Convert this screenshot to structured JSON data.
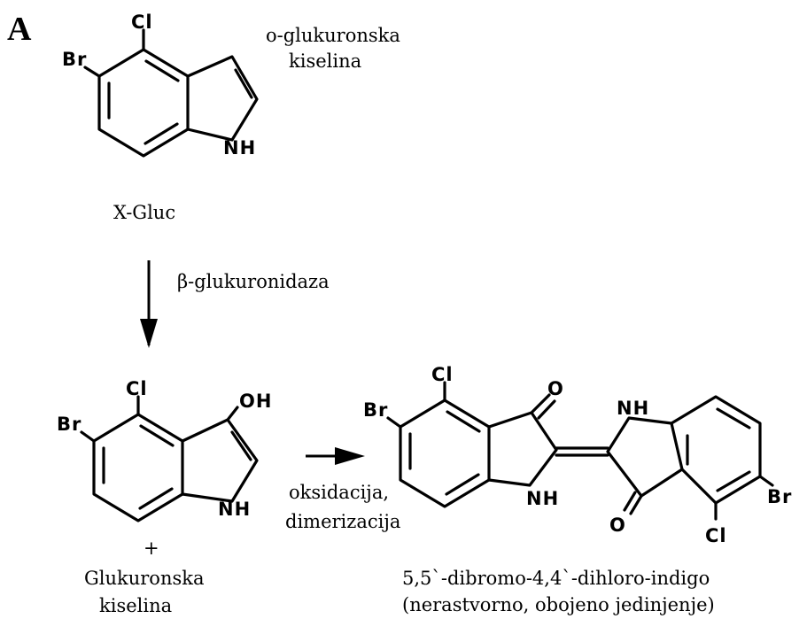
{
  "panel_label": "A",
  "top_molecule": {
    "atoms": {
      "cl": "Cl",
      "br": "Br",
      "nh": "NH"
    },
    "substituent": [
      "o-glukuronska",
      "kiselina"
    ],
    "name": "X-Gluc"
  },
  "enzyme_step": {
    "label": "β-glukuronidaza"
  },
  "middle_molecule": {
    "atoms": {
      "cl": "Cl",
      "br": "Br",
      "oh": "OH",
      "nh": "NH"
    },
    "plus": "+",
    "byproduct": [
      "Glukuronska",
      "kiselina"
    ]
  },
  "reaction_step": {
    "label": [
      "oksidacija,",
      "dimerizacija"
    ]
  },
  "product": {
    "atoms": {
      "cl_left": "Cl",
      "br_left": "Br",
      "o_left": "O",
      "nh_left": "NH",
      "nh_right": "NH",
      "o_right": "O",
      "br_right": "Br",
      "cl_right": "Cl"
    },
    "name": [
      "5,5`-dibromo-4,4`-dihloro-indigo",
      "(nerastvorno, obojeno jedinjenje)"
    ]
  }
}
